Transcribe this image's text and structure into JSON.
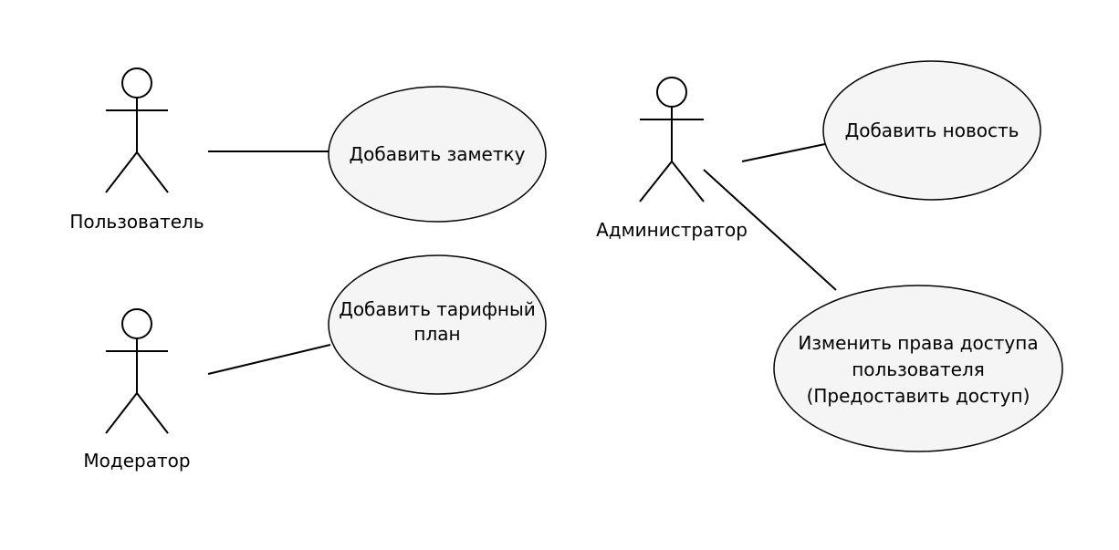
{
  "colors": {
    "usecase_fill": "#f5f5f5",
    "stroke": "#000000",
    "background": "#ffffff"
  },
  "actors": [
    {
      "id": "user",
      "label": "Пользователь"
    },
    {
      "id": "moderator",
      "label": "Модератор"
    },
    {
      "id": "admin",
      "label": "Администратор"
    }
  ],
  "use_cases": [
    {
      "id": "add-note",
      "lines": [
        "Добавить заметку"
      ]
    },
    {
      "id": "add-tariff",
      "lines": [
        "Добавить тарифный",
        "план"
      ]
    },
    {
      "id": "add-news",
      "lines": [
        "Добавить новость"
      ]
    },
    {
      "id": "change-access",
      "lines": [
        "Изменить права доступа",
        "пользователя",
        "(Предоставить доступ)"
      ]
    }
  ],
  "associations": [
    {
      "from": "user",
      "to": "add-note"
    },
    {
      "from": "moderator",
      "to": "add-tariff"
    },
    {
      "from": "admin",
      "to": "add-news"
    },
    {
      "from": "admin",
      "to": "change-access"
    }
  ]
}
